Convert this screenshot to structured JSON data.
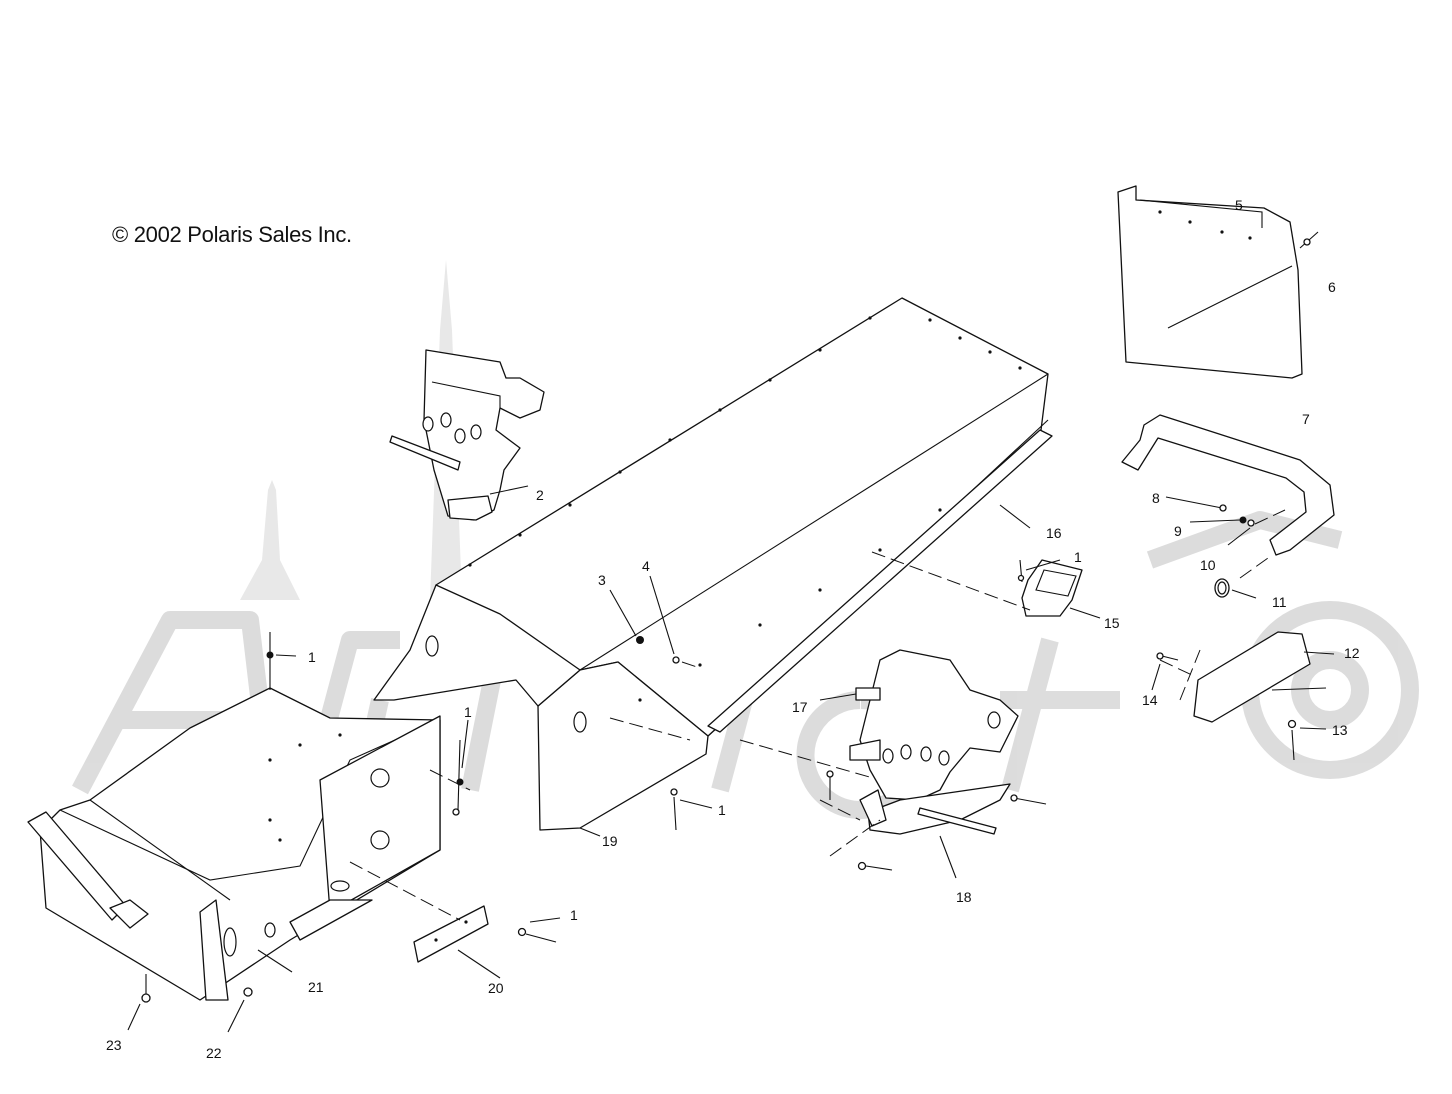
{
  "copyright": "© 2002 Polaris Sales Inc.",
  "callouts": [
    {
      "id": "1a",
      "text": "1"
    },
    {
      "id": "1b",
      "text": "1"
    },
    {
      "id": "1c",
      "text": "1"
    },
    {
      "id": "1d",
      "text": "1"
    },
    {
      "id": "1e",
      "text": "1"
    },
    {
      "id": "2",
      "text": "2"
    },
    {
      "id": "3",
      "text": "3"
    },
    {
      "id": "4",
      "text": "4"
    },
    {
      "id": "5",
      "text": "5"
    },
    {
      "id": "6",
      "text": "6"
    },
    {
      "id": "7",
      "text": "7"
    },
    {
      "id": "8",
      "text": "8"
    },
    {
      "id": "9",
      "text": "9"
    },
    {
      "id": "10",
      "text": "10"
    },
    {
      "id": "11",
      "text": "11"
    },
    {
      "id": "12",
      "text": "12"
    },
    {
      "id": "13",
      "text": "13"
    },
    {
      "id": "14",
      "text": "14"
    },
    {
      "id": "15",
      "text": "15"
    },
    {
      "id": "16",
      "text": "16"
    },
    {
      "id": "17",
      "text": "17"
    },
    {
      "id": "18",
      "text": "18"
    },
    {
      "id": "19",
      "text": "19"
    },
    {
      "id": "20",
      "text": "20"
    },
    {
      "id": "21",
      "text": "21"
    },
    {
      "id": "22",
      "text": "22"
    },
    {
      "id": "23",
      "text": "23"
    }
  ],
  "watermark": "ArtMoto"
}
